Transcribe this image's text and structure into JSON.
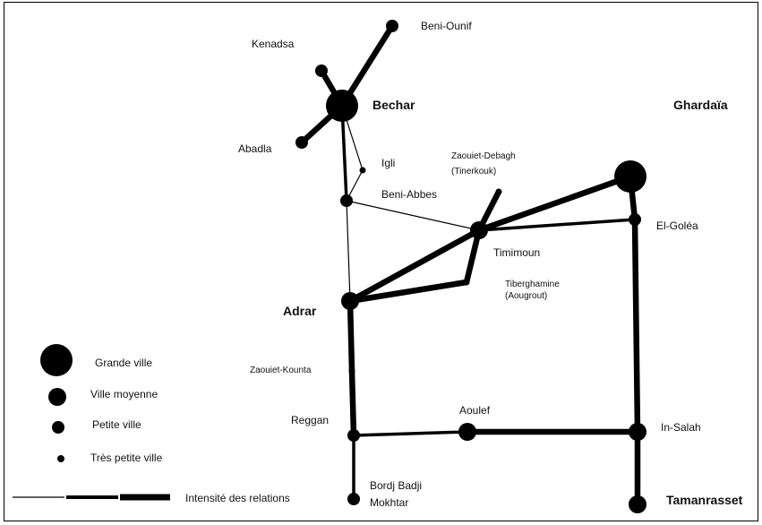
{
  "map": {
    "cities": [
      {
        "id": "beni-ounif",
        "label": "Beni-Ounif",
        "size": "petite"
      },
      {
        "id": "kenadsa",
        "label": "Kenadsa",
        "size": "petite"
      },
      {
        "id": "bechar",
        "label": "Bechar",
        "size": "grande"
      },
      {
        "id": "ghardaia",
        "label": "Ghardaïa",
        "size": "grande"
      },
      {
        "id": "abadla",
        "label": "Abadla",
        "size": "petite"
      },
      {
        "id": "igli",
        "label": "Igli",
        "size": "tres-petite"
      },
      {
        "id": "zaouiet-debagh",
        "label": "Zaouiet-Debagh",
        "label2": "(Tinerkouk)",
        "size": "tres-petite"
      },
      {
        "id": "beni-abbes",
        "label": "Beni-Abbes",
        "size": "petite"
      },
      {
        "id": "el-golea",
        "label": "El-Goléa",
        "size": "petite"
      },
      {
        "id": "timimoun",
        "label": "Timimoun",
        "size": "moyenne"
      },
      {
        "id": "tiberghamine",
        "label": "Tiberghamine",
        "label2": "(Aougrout)",
        "size": "tres-petite"
      },
      {
        "id": "adrar",
        "label": "Adrar",
        "size": "moyenne"
      },
      {
        "id": "zaouiet-kounta",
        "label": "Zaouiet-Kounta",
        "size": "tres-petite"
      },
      {
        "id": "reggan",
        "label": "Reggan",
        "size": "petite"
      },
      {
        "id": "aoulef",
        "label": "Aoulef",
        "size": "moyenne"
      },
      {
        "id": "in-salah",
        "label": "In-Salah",
        "size": "moyenne"
      },
      {
        "id": "bordj-badji-mokhtar",
        "label": "Bordj Badji",
        "label2": "Mokhtar",
        "size": "petite"
      },
      {
        "id": "tamanrasset",
        "label": "Tamanrasset",
        "size": "moyenne"
      }
    ],
    "links": [
      {
        "from": "bechar",
        "to": "beni-ounif",
        "intensity": 3
      },
      {
        "from": "bechar",
        "to": "kenadsa",
        "intensity": 3
      },
      {
        "from": "bechar",
        "to": "abadla",
        "intensity": 3
      },
      {
        "from": "bechar",
        "to": "beni-abbes",
        "intensity": 2
      },
      {
        "from": "bechar",
        "to": "igli",
        "intensity": 1
      },
      {
        "from": "igli",
        "to": "beni-abbes",
        "intensity": 1
      },
      {
        "from": "beni-abbes",
        "to": "adrar",
        "intensity": 1
      },
      {
        "from": "beni-abbes",
        "to": "timimoun",
        "intensity": 1
      },
      {
        "from": "timimoun",
        "to": "zaouiet-debagh",
        "intensity": 3
      },
      {
        "from": "timimoun",
        "to": "ghardaia",
        "intensity": 3
      },
      {
        "from": "timimoun",
        "to": "el-golea",
        "intensity": 2
      },
      {
        "from": "timimoun",
        "to": "adrar",
        "intensity": 3
      },
      {
        "from": "timimoun",
        "to": "tiberghamine",
        "intensity": 3
      },
      {
        "from": "tiberghamine",
        "to": "adrar",
        "intensity": 3
      },
      {
        "from": "ghardaia",
        "to": "el-golea",
        "intensity": 3
      },
      {
        "from": "el-golea",
        "to": "in-salah",
        "intensity": 3
      },
      {
        "from": "adrar",
        "to": "zaouiet-kounta",
        "intensity": 3
      },
      {
        "from": "zaouiet-kounta",
        "to": "reggan",
        "intensity": 3
      },
      {
        "from": "reggan",
        "to": "aoulef",
        "intensity": 2
      },
      {
        "from": "aoulef",
        "to": "in-salah",
        "intensity": 3
      },
      {
        "from": "reggan",
        "to": "bordj-badji-mokhtar",
        "intensity": 2
      },
      {
        "from": "in-salah",
        "to": "tamanrasset",
        "intensity": 3
      }
    ]
  },
  "legend": {
    "sizes": [
      {
        "size": "grande",
        "label": "Grande ville"
      },
      {
        "size": "moyenne",
        "label": "Ville moyenne"
      },
      {
        "size": "petite",
        "label": "Petite ville"
      },
      {
        "size": "tres-petite",
        "label": "Très petite ville"
      }
    ],
    "intensity_label": "Intensité des relations",
    "intensity_levels": [
      1,
      2,
      3
    ]
  },
  "colors": {
    "ink": "#000000",
    "background": "#ffffff"
  }
}
